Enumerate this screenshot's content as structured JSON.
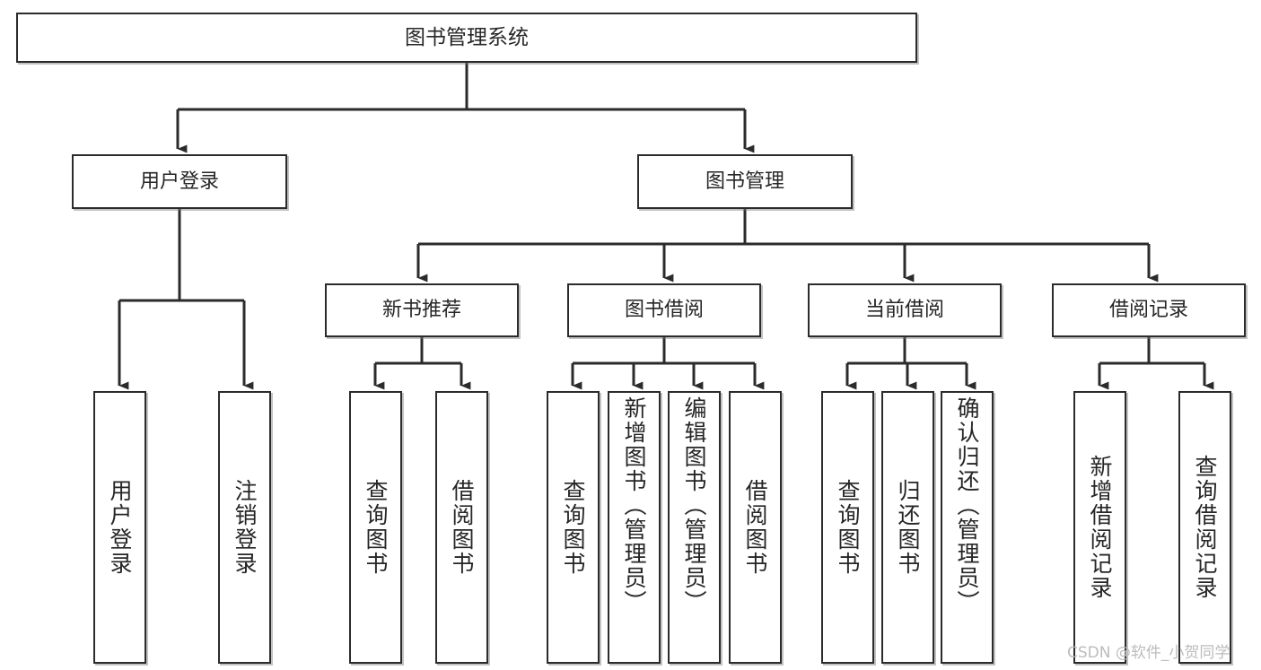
{
  "diagram": {
    "title": "图书管理系统",
    "type": "tree-hierarchy-chart",
    "watermark": "CSDN @软件_小贺同学",
    "root": {
      "label": "图书管理系统"
    },
    "level2": [
      {
        "label": "用户登录"
      },
      {
        "label": "图书管理"
      }
    ],
    "level3": [
      {
        "label": "新书推荐"
      },
      {
        "label": "图书借阅"
      },
      {
        "label": "当前借阅"
      },
      {
        "label": "借阅记录"
      }
    ],
    "leaves": {
      "user_login": [
        {
          "label": "用户登录"
        },
        {
          "label": "注销登录"
        }
      ],
      "new_book_recommend": [
        {
          "label": "查询图书"
        },
        {
          "label": "借阅图书"
        }
      ],
      "book_borrow": [
        {
          "label": "查询图书"
        },
        {
          "label": "新增图书（管理员）"
        },
        {
          "label": "编辑图书（管理员）"
        },
        {
          "label": "借阅图书"
        }
      ],
      "current_borrow": [
        {
          "label": "查询图书"
        },
        {
          "label": "归还图书"
        },
        {
          "label": "确认归还（管理员）"
        }
      ],
      "borrow_record": [
        {
          "label": "新增借阅记录"
        },
        {
          "label": "查询借阅记录"
        }
      ]
    },
    "colors": {
      "border": "#2b2b2b",
      "background": "#ffffff",
      "text": "#262626",
      "connector": "#2b2b2b",
      "watermark": "#b9b9b9"
    }
  }
}
